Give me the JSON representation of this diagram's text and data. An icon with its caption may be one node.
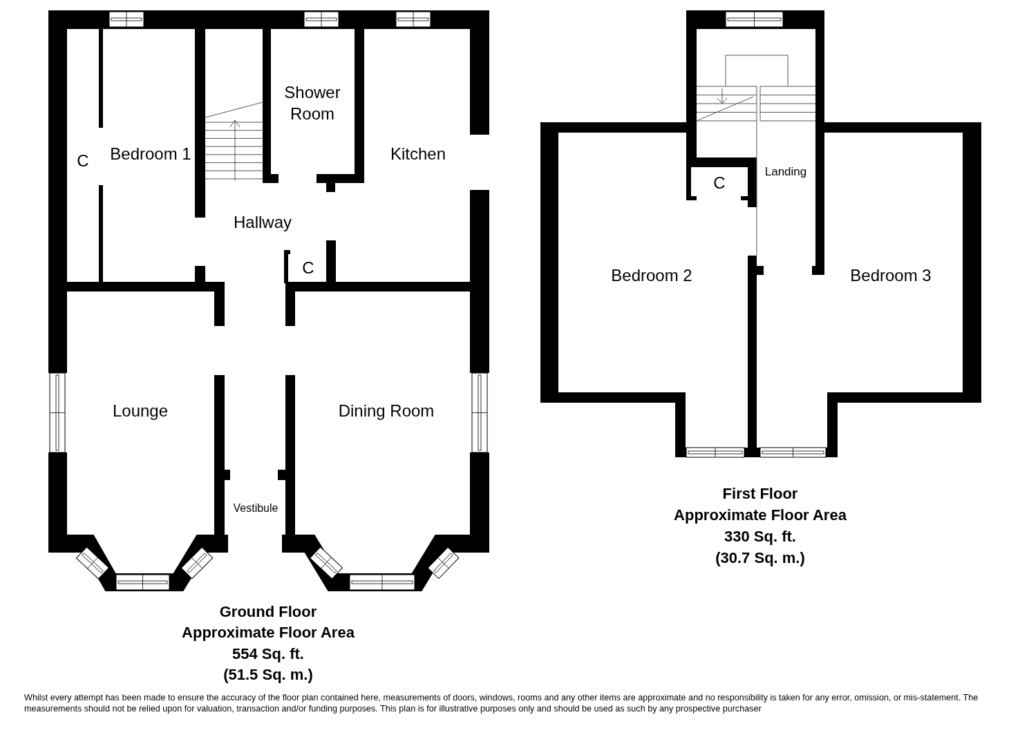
{
  "diagram": {
    "labels": [
      "Shower Room",
      "C",
      "Bedroom 1",
      "Kitchen",
      "Hallway",
      "C",
      "Lounge",
      "Dining Room",
      "Vestibule",
      "Ground Floor",
      "Approximate Floor Area",
      "554 Sq. ft.",
      "(51.5 Sq. m.)",
      "C",
      "Landing",
      "Bedroom 2",
      "Bedroom 3",
      "First Floor",
      "Approximate Floor Area",
      "330 Sq. ft.",
      "(30.7 Sq. m.)",
      "Whilst every attempt has been made to ensure the accuracy of the floor plan contained here, measurements of doors, windows, rooms and any other items are approximate and no responsibility is taken for any error, omission, or mis-statement. The measurements should not be relied upon for valuation, transaction and/or funding purposes. This plan is for illustrative purposes only and should be used as such by any prospective purchaser"
    ]
  }
}
